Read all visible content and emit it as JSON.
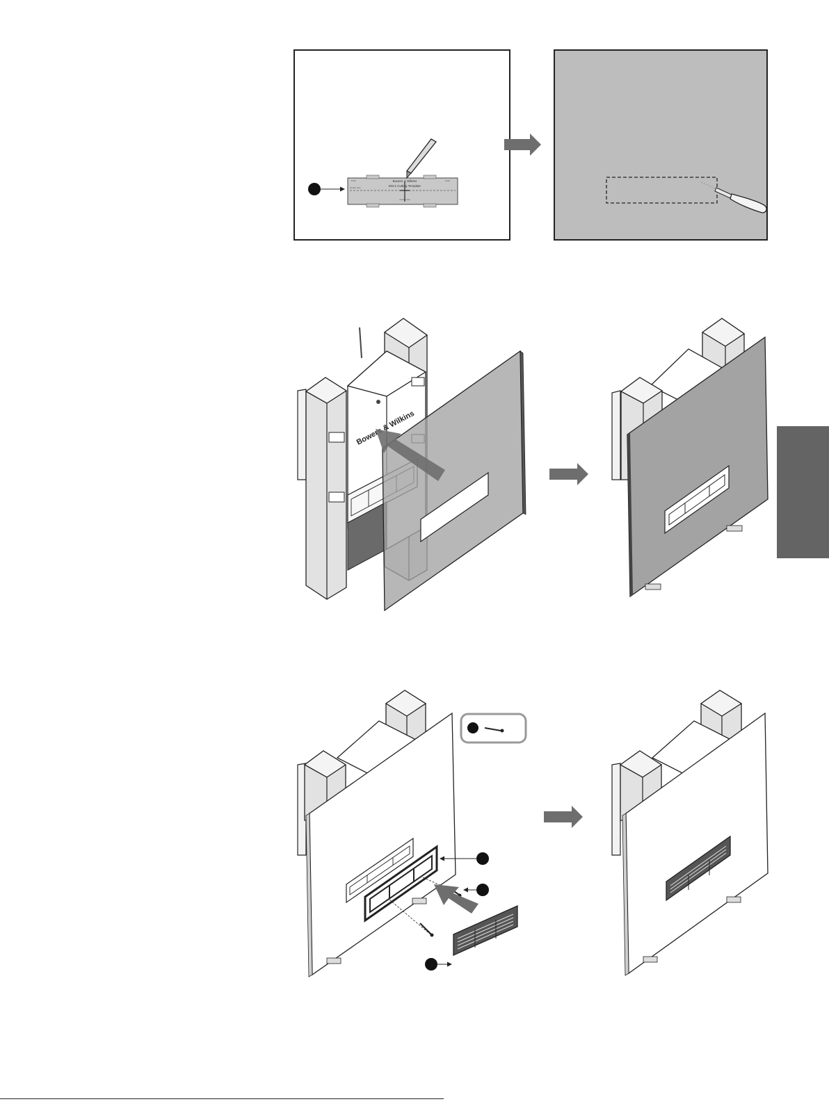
{
  "template": {
    "brand_text": "Bowers & Wilkins",
    "title_text": "EM-2 Cutting Template",
    "left_note": "Front",
    "mid_note": "Centre Line",
    "right_note": "Front",
    "bottom_note": "Centre Line"
  },
  "box_brand": "Bowers & Wilkins",
  "footer": {
    "text": ""
  },
  "colors": {
    "panel_grey": "#bdbdbd",
    "wall_grey": "#a3a3a3",
    "arrow_grey": "#6e6e6e",
    "tab_grey": "#646464",
    "outline": "#222222"
  },
  "icons": [
    "callout-dot",
    "pencil-icon",
    "drywall-saw-icon",
    "screw-icon",
    "insertion-arrow-icon",
    "next-step-arrow-icon"
  ]
}
